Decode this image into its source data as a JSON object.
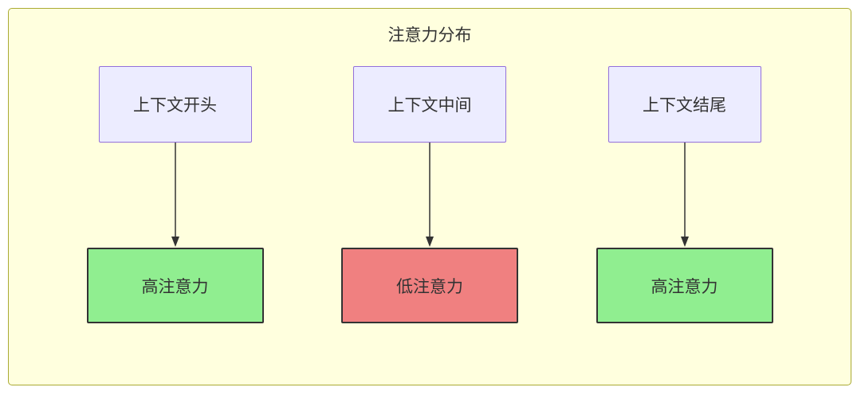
{
  "diagram": {
    "title": "注意力分布",
    "container": {
      "background": "#FFFFDE",
      "border_color": "#AAAA33"
    },
    "columns": [
      {
        "top": {
          "label": "上下文开头",
          "background": "#ECECFF",
          "border_color": "#9370DB"
        },
        "bottom": {
          "label": "高注意力",
          "background": "#90EE90",
          "border_color": "#333333"
        }
      },
      {
        "top": {
          "label": "上下文中间",
          "background": "#ECECFF",
          "border_color": "#9370DB"
        },
        "bottom": {
          "label": "低注意力",
          "background": "#F08080",
          "border_color": "#333333"
        }
      },
      {
        "top": {
          "label": "上下文结尾",
          "background": "#ECECFF",
          "border_color": "#9370DB"
        },
        "bottom": {
          "label": "高注意力",
          "background": "#90EE90",
          "border_color": "#333333"
        }
      }
    ],
    "edges": [
      {
        "from": "上下文开头",
        "to": "高注意力"
      },
      {
        "from": "上下文中间",
        "to": "低注意力"
      },
      {
        "from": "上下文结尾",
        "to": "高注意力"
      }
    ]
  }
}
